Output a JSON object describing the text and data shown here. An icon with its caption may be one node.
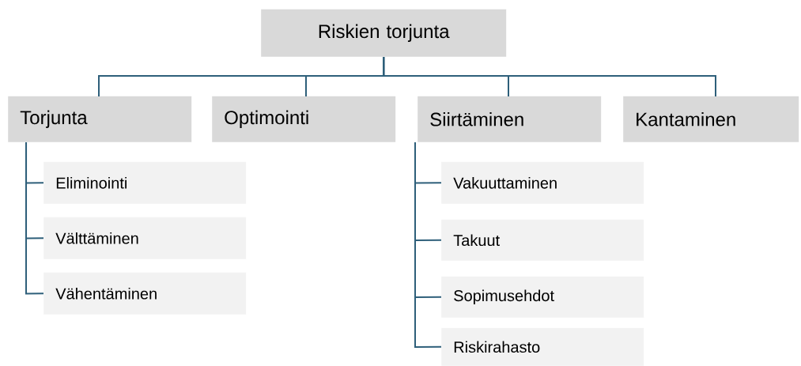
{
  "diagram": {
    "nodes": [
      {
        "text": [
          "Riskien torjunta"
        ]
      },
      {
        "text": [
          "Torjunta"
        ]
      },
      {
        "text": [
          "Optimointi"
        ]
      },
      {
        "text": [
          "Siirtäminen"
        ]
      },
      {
        "text": [
          "Kantaminen"
        ]
      },
      {
        "text": [
          "Eliminointi"
        ]
      },
      {
        "text": [
          "Välttäminen"
        ]
      },
      {
        "text": [
          "Vähentäminen"
        ]
      },
      {
        "text": [
          "Vakuuttaminen"
        ]
      },
      {
        "text": [
          "Takuut"
        ]
      },
      {
        "text": [
          "Sopimusehdot"
        ]
      },
      {
        "text": [
          "Riskirahasto"
        ]
      }
    ],
    "edges": [
      {
        "from": 0,
        "to": 1,
        "arrow": "none"
      },
      {
        "from": 0,
        "to": 2,
        "arrow": "none"
      },
      {
        "from": 0,
        "to": 3,
        "arrow": "none"
      },
      {
        "from": 0,
        "to": 4,
        "arrow": "none"
      },
      {
        "from": 1,
        "to": 5,
        "arrow": "none"
      },
      {
        "from": 1,
        "to": 6,
        "arrow": "none"
      },
      {
        "from": 1,
        "to": 7,
        "arrow": "none"
      },
      {
        "from": 3,
        "to": 8,
        "arrow": "none"
      },
      {
        "from": 3,
        "to": 9,
        "arrow": "none"
      },
      {
        "from": 3,
        "to": 10,
        "arrow": "none"
      },
      {
        "from": 3,
        "to": 11,
        "arrow": "none"
      }
    ]
  }
}
